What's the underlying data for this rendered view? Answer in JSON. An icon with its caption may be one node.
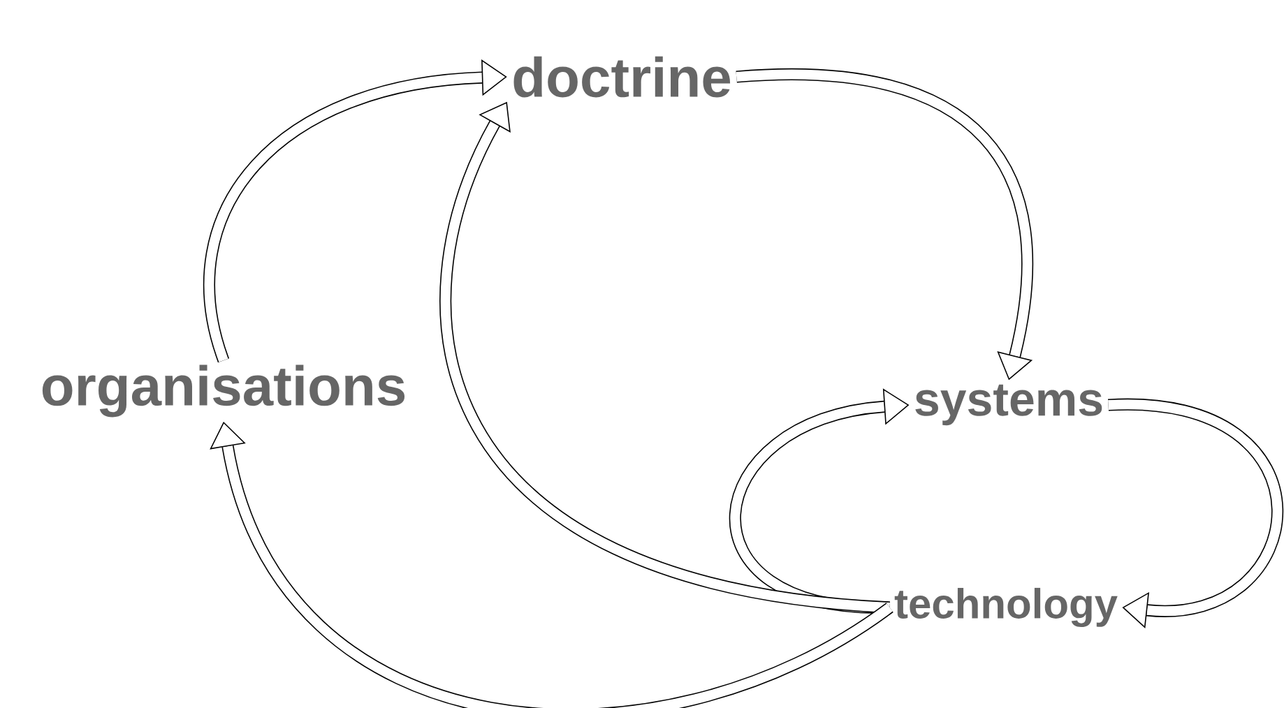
{
  "diagram": {
    "nodes": [
      {
        "text": [
          "doctrine"
        ]
      },
      {
        "text": [
          "organisations"
        ]
      },
      {
        "text": [
          "systems"
        ]
      },
      {
        "text": [
          "technology"
        ]
      }
    ],
    "edges": [
      {
        "from": 1,
        "to": 0,
        "arrow": "to"
      },
      {
        "from": 0,
        "to": 2,
        "arrow": "to"
      },
      {
        "from": 2,
        "to": 3,
        "arrow": "to"
      },
      {
        "from": 3,
        "to": 2,
        "arrow": "to"
      },
      {
        "from": 3,
        "to": 0,
        "arrow": "to"
      },
      {
        "from": 3,
        "to": 1,
        "arrow": "to"
      }
    ]
  }
}
